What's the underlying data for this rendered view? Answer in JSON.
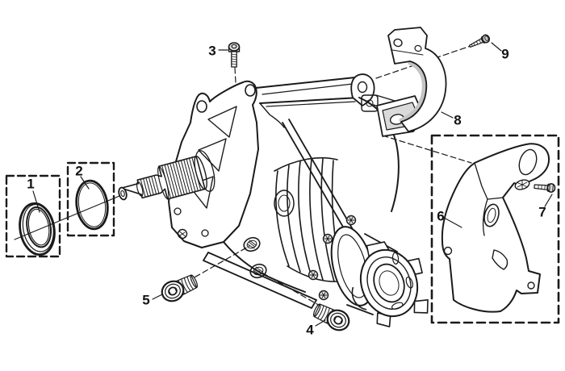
{
  "figure": {
    "background_color": "#ffffff",
    "line_color": "#1a1a1a",
    "shade_color": "#c9c9c9",
    "callouts": [
      {
        "label": "1"
      },
      {
        "label": "2"
      },
      {
        "label": "3"
      },
      {
        "label": "4"
      },
      {
        "label": "5"
      },
      {
        "label": "6"
      },
      {
        "label": "7"
      },
      {
        "label": "8"
      },
      {
        "label": "9"
      }
    ]
  }
}
